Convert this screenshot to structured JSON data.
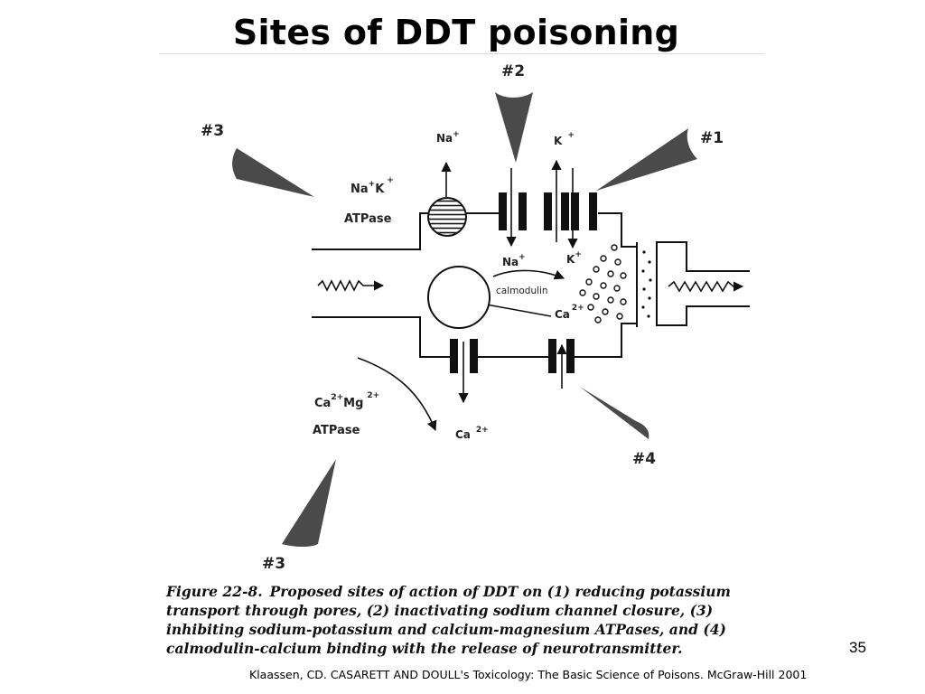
{
  "slide": {
    "title": "Sites of DDT poisoning",
    "page_number": "35",
    "citation": "Klaassen, CD. CASARETT AND DOULL's Toxicology: The Basic Science of Poisons. McGraw-Hill 2001"
  },
  "diagram": {
    "site_labels": {
      "site_1": "#1",
      "site_2": "#2",
      "site_3_top": "#3",
      "site_3_bottom": "#3",
      "site_4": "#4"
    },
    "ions": {
      "na_out": "Na",
      "k_out": "K",
      "na_in": "Na",
      "k_in": "K",
      "ca_in": "Ca",
      "ca_out": "Ca",
      "plus": "+",
      "two_plus": "2+"
    },
    "pumps": {
      "nak_line1_na": "Na",
      "nak_line1_k": "K",
      "nak_line2": "ATPase",
      "camg_line1_ca": "Ca",
      "camg_line1_mg": "Mg",
      "camg_line2": "ATPase"
    },
    "calmodulin": "calmodulin"
  },
  "caption": {
    "figure_label": "Figure 22-8.",
    "text": "Proposed sites of action of DDT on (1) reducing potassium transport through pores, (2) inactivating sodium channel closure, (3) inhibiting sodium-potassium and calcium-magnesium ATPases, and (4) calmodulin-calcium binding with the release of neurotransmitter."
  }
}
